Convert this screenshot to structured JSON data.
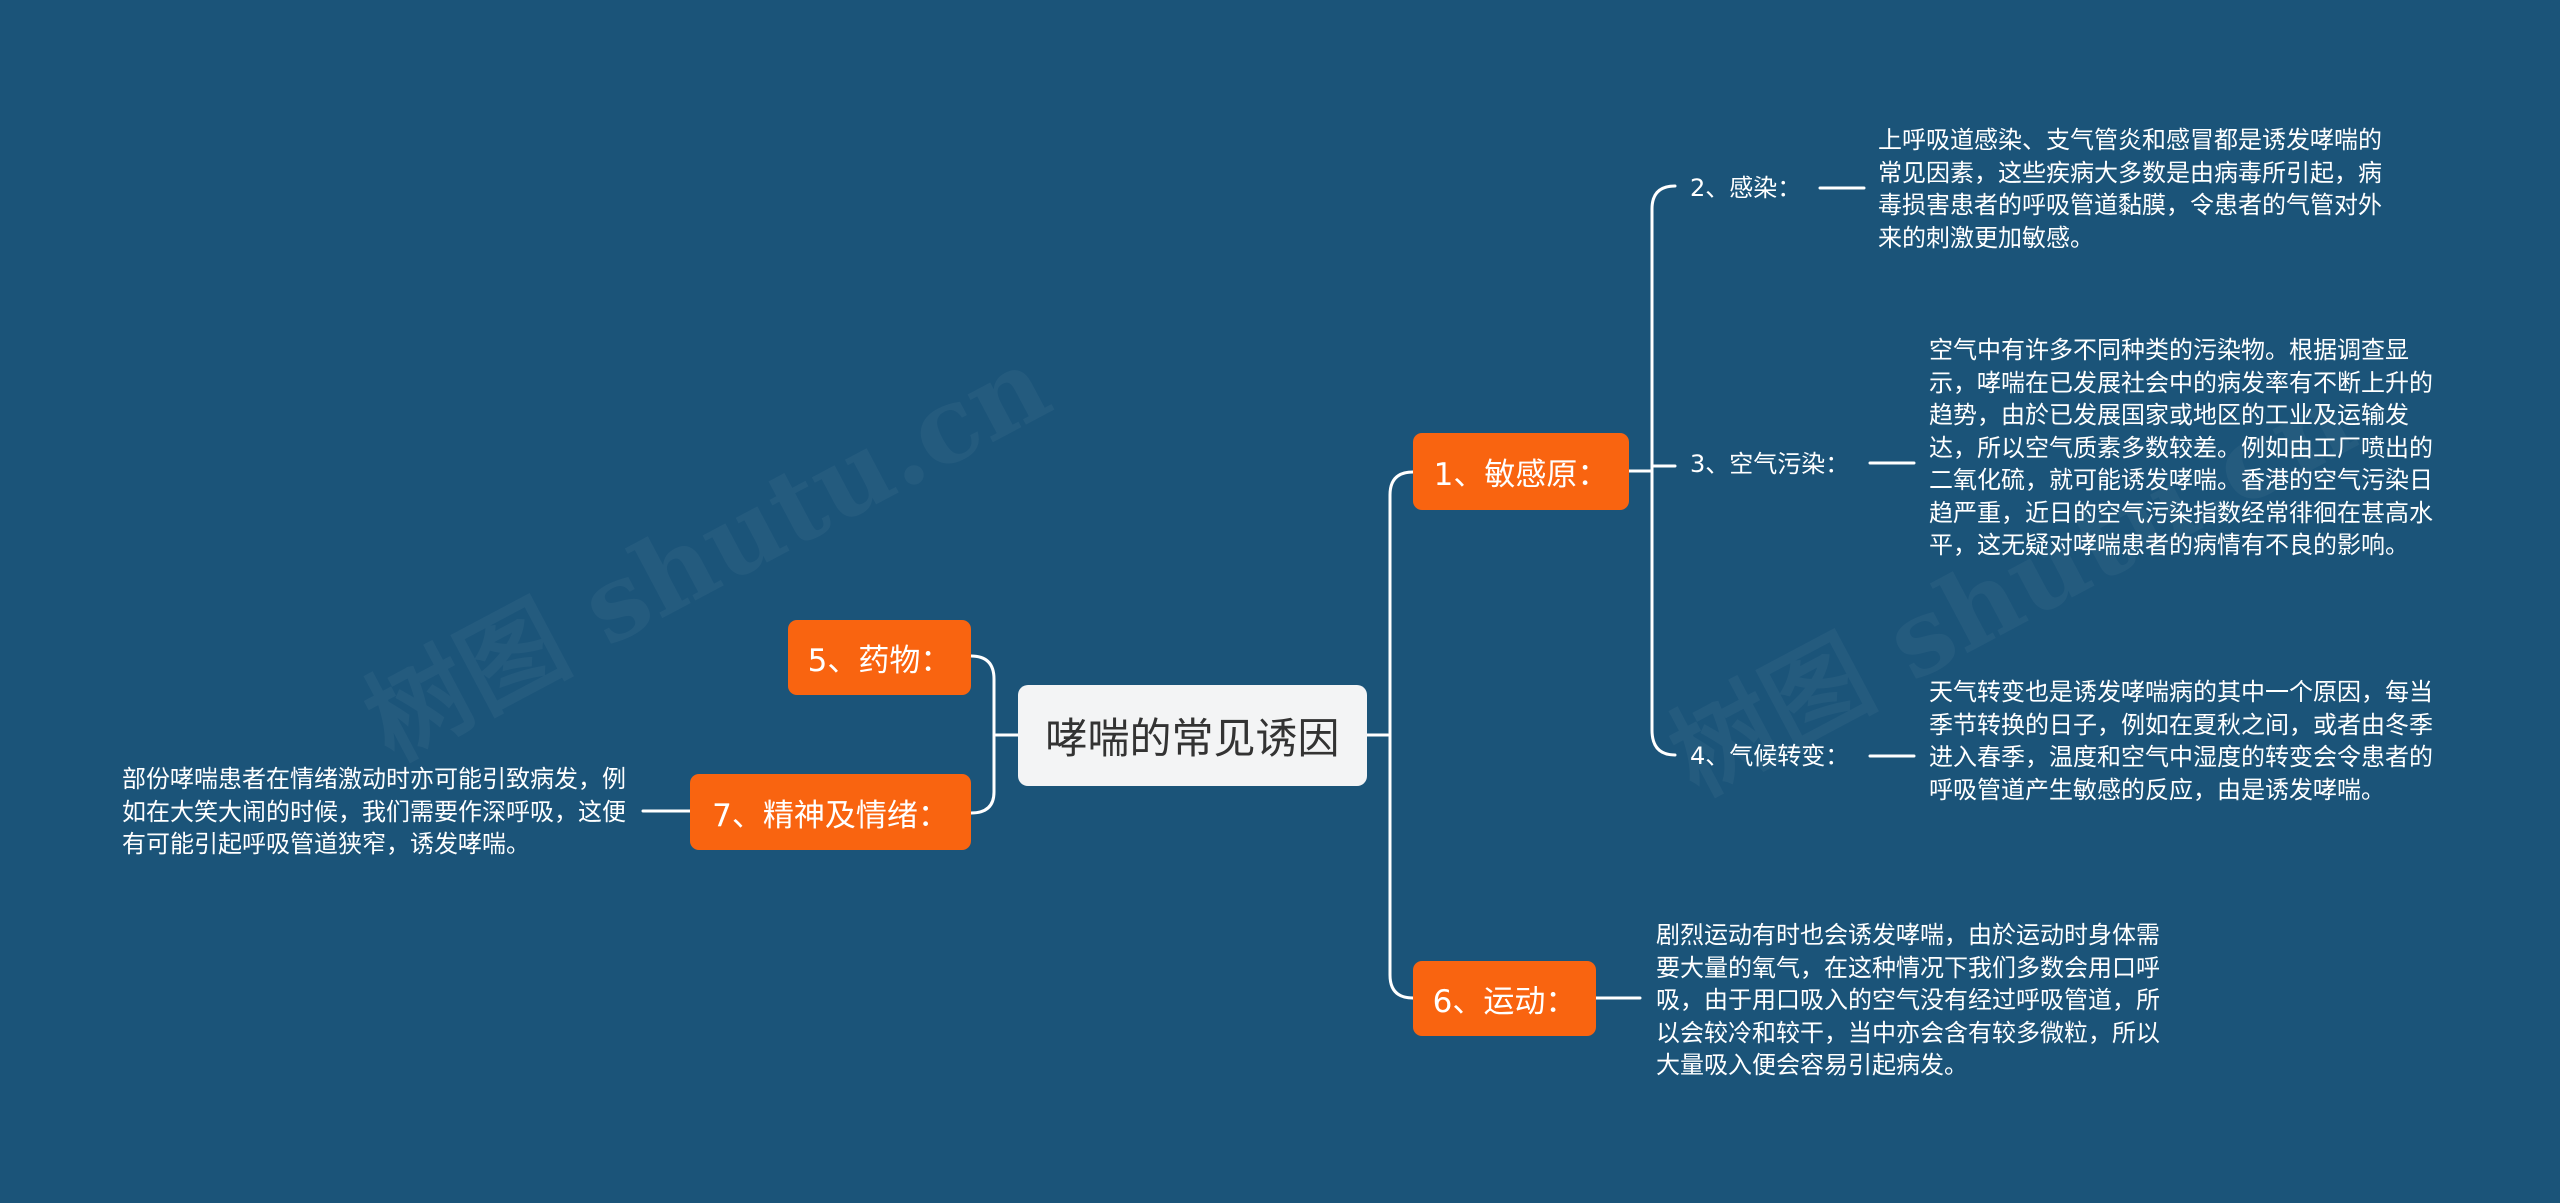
{
  "watermark": "树图 shutu.cn",
  "root": {
    "label": "哮喘的常见诱因"
  },
  "branches": {
    "allergen": {
      "label": "1、敏感原：",
      "children": {
        "infection": {
          "label": "2、感染：",
          "text": "上呼吸道感染、支气管炎和感冒都是诱发哮喘的常见因素，这些疾病大多数是由病毒所引起，病毒损害患者的呼吸管道黏膜，令患者的气管对外来的刺激更加敏感。"
        },
        "air_pollution": {
          "label": "3、空气污染：",
          "text": "空气中有许多不同种类的污染物。根据调查显示，哮喘在已发展社会中的病发率有不断上升的趋势，由於已发展国家或地区的工业及运输发达，所以空气质素多数较差。例如由工厂喷出的二氧化硫，就可能诱发哮喘。香港的空气污染日趋严重，近日的空气污染指数经常徘徊在甚高水平，这无疑对哮喘患者的病情有不良的影响。"
        },
        "climate": {
          "label": "4、气候转变：",
          "text": "天气转变也是诱发哮喘病的其中一个原因，每当季节转换的日子，例如在夏秋之间，或者由冬季进入春季，温度和空气中湿度的转变会令患者的呼吸管道产生敏感的反应，由是诱发哮喘。"
        }
      }
    },
    "exercise": {
      "label": "6、运动：",
      "text": "剧烈运动有时也会诱发哮喘，由於运动时身体需要大量的氧气，在这种情况下我们多数会用口呼吸，由于用口吸入的空气没有经过呼吸管道，所以会较冷和较干，当中亦会含有较多微粒，所以大量吸入便会容易引起病发。"
    },
    "medicine": {
      "label": "5、药物："
    },
    "emotion": {
      "label": "7、精神及情绪：",
      "text": "部份哮喘患者在情绪激动时亦可能引致病发，例如在大笑大闹的时候，我们需要作深呼吸，这便有可能引起呼吸管道狭窄，诱发哮喘。"
    }
  },
  "colors": {
    "background": "#1b5479",
    "branch": "#f96410",
    "root": "#f3f4f5",
    "line": "#ffffff"
  }
}
